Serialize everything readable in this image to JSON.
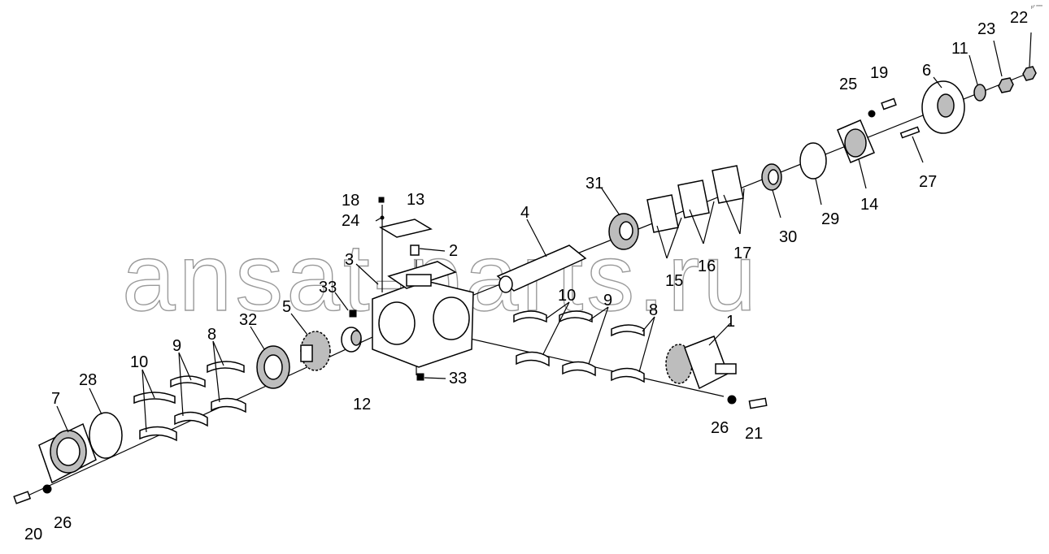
{
  "watermark": "ansat-parts.ru",
  "reference_code": "p° ****",
  "labels": [
    {
      "id": "1",
      "text": "1"
    },
    {
      "id": "2",
      "text": "2"
    },
    {
      "id": "3",
      "text": "3"
    },
    {
      "id": "4",
      "text": "4"
    },
    {
      "id": "5",
      "text": "5"
    },
    {
      "id": "6",
      "text": "6"
    },
    {
      "id": "7",
      "text": "7"
    },
    {
      "id": "8a",
      "text": "8"
    },
    {
      "id": "8b",
      "text": "8"
    },
    {
      "id": "9a",
      "text": "9"
    },
    {
      "id": "9b",
      "text": "9"
    },
    {
      "id": "10a",
      "text": "10"
    },
    {
      "id": "10b",
      "text": "10"
    },
    {
      "id": "11",
      "text": "11"
    },
    {
      "id": "12",
      "text": "12"
    },
    {
      "id": "13",
      "text": "13"
    },
    {
      "id": "14",
      "text": "14"
    },
    {
      "id": "15",
      "text": "15"
    },
    {
      "id": "16",
      "text": "16"
    },
    {
      "id": "17",
      "text": "17"
    },
    {
      "id": "18",
      "text": "18"
    },
    {
      "id": "19",
      "text": "19"
    },
    {
      "id": "20",
      "text": "20"
    },
    {
      "id": "21",
      "text": "21"
    },
    {
      "id": "22",
      "text": "22"
    },
    {
      "id": "23",
      "text": "23"
    },
    {
      "id": "24",
      "text": "24"
    },
    {
      "id": "25",
      "text": "25"
    },
    {
      "id": "26a",
      "text": "26"
    },
    {
      "id": "26b",
      "text": "26"
    },
    {
      "id": "27",
      "text": "27"
    },
    {
      "id": "28",
      "text": "28"
    },
    {
      "id": "29",
      "text": "29"
    },
    {
      "id": "30",
      "text": "30"
    },
    {
      "id": "31",
      "text": "31"
    },
    {
      "id": "32",
      "text": "32"
    },
    {
      "id": "33a",
      "text": "33"
    },
    {
      "id": "33b",
      "text": "33"
    }
  ]
}
